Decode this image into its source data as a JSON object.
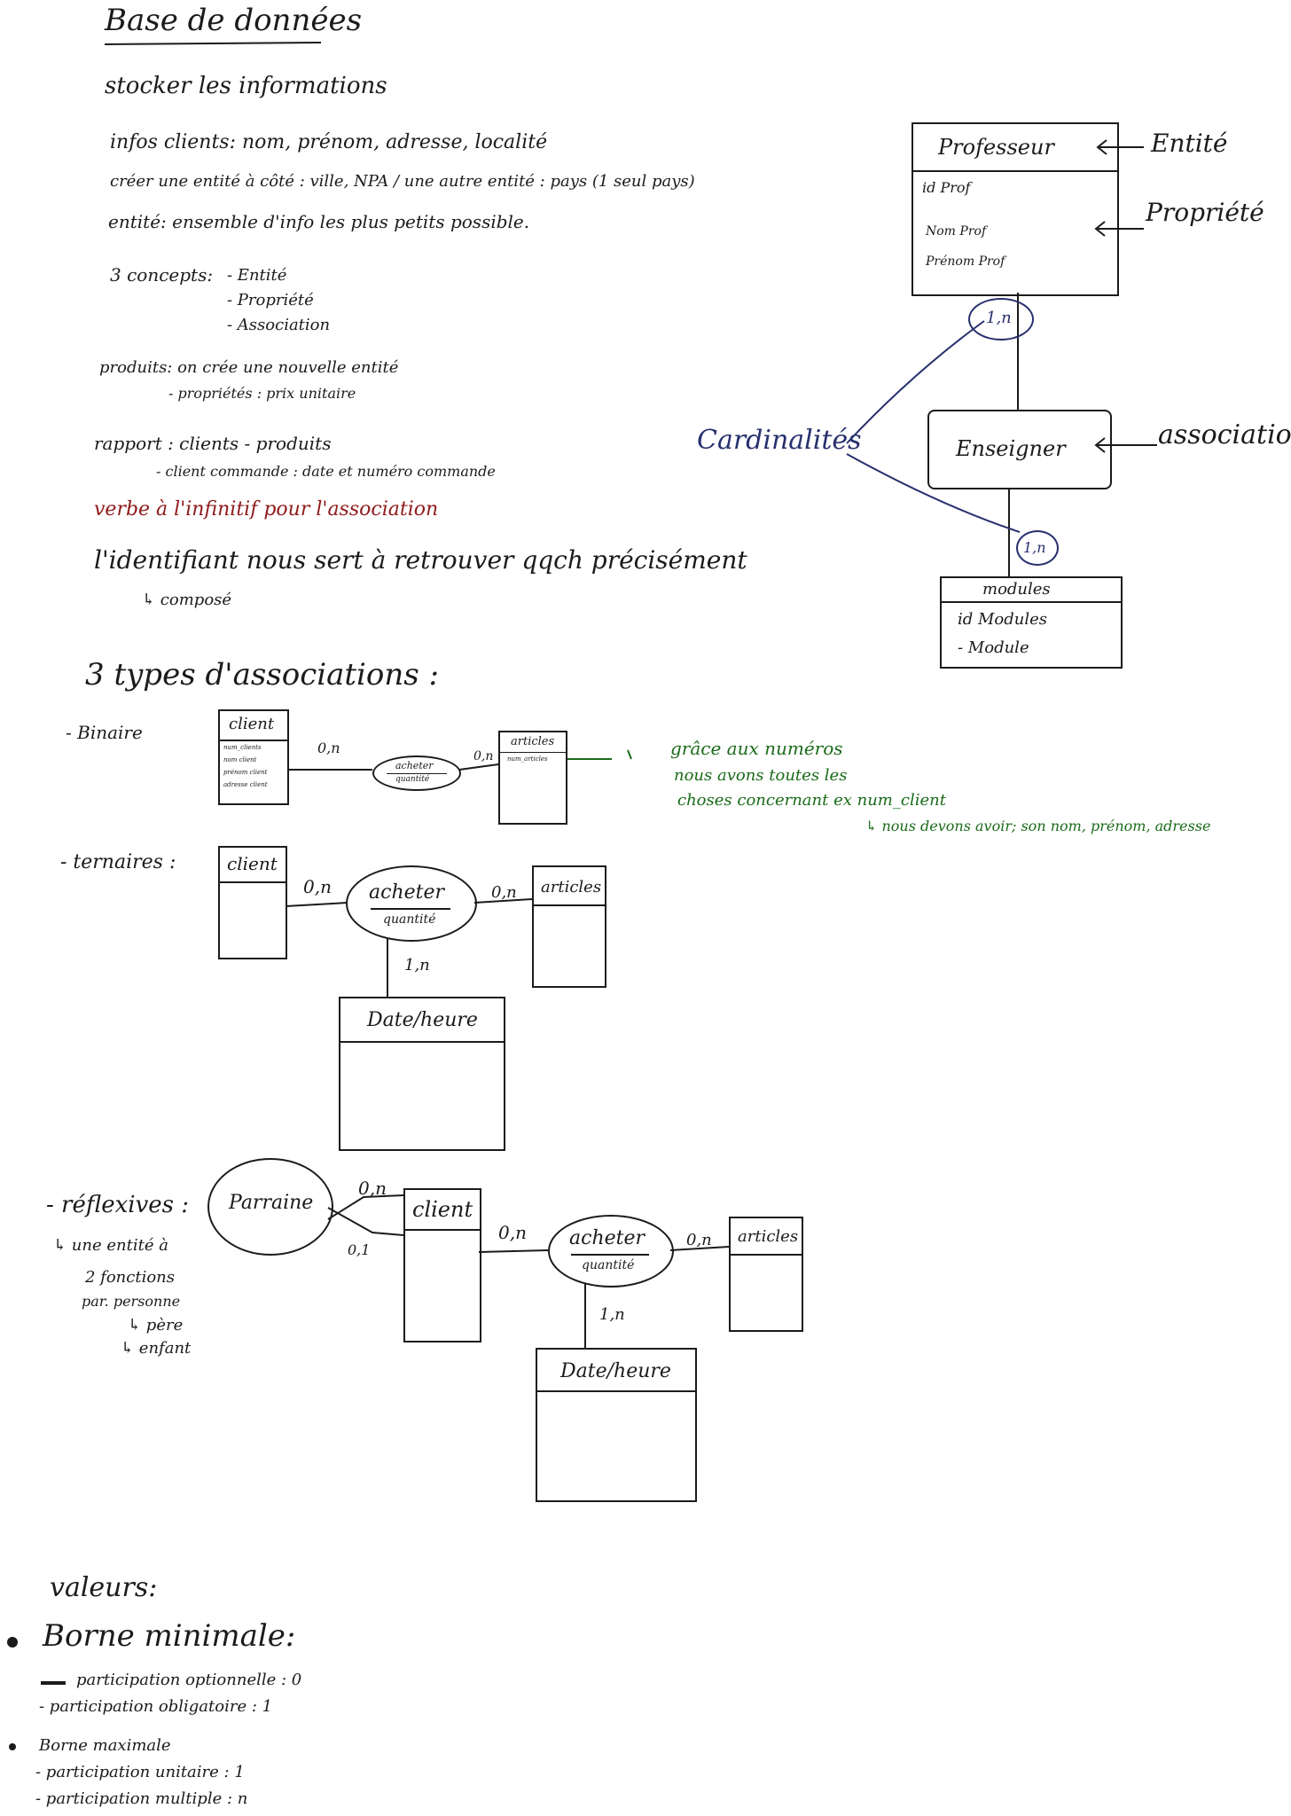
{
  "header": {
    "title": "Base de données",
    "subtitle": "stocker les informations"
  },
  "intro": {
    "line1": "infos clients: nom, prénom, adresse, localité",
    "line2": "créer une entité à côté : ville, NPA   /  une autre entité : pays  (1 seul pays)",
    "line3": "entité: ensemble d'info les plus petits possible."
  },
  "concepts": {
    "label": "3 concepts:",
    "items": [
      "- Entité",
      "- Propriété",
      "- Association"
    ]
  },
  "produits": {
    "line1": "produits:   on crée une nouvelle entité",
    "line2": "- propriétés :  prix unitaire"
  },
  "rapport": {
    "line1": "rapport :  clients  -  produits",
    "line2": "- client commande : date et numéro commande"
  },
  "verbe": "verbe à l'infinitif pour l'association",
  "identifiant": {
    "line1": "l'identifiant nous sert à retrouver qqch précisément",
    "line2": "↳ composé"
  },
  "mcd": {
    "professeur": {
      "title": "Professeur",
      "fields": [
        "id Prof",
        "Nom Prof",
        "Prénom Prof"
      ]
    },
    "entite_label": "Entité",
    "propriete_label": "Propriété",
    "card_top": "1,n",
    "cardinalites_label": "Cardinalités",
    "enseigner": "Enseigner",
    "association_label": "association",
    "card_bottom": "1,n",
    "modules": {
      "title": "modules",
      "fields": [
        "id Modules",
        "- Module"
      ]
    }
  },
  "types": {
    "title": "3 types d'associations :"
  },
  "binaire": {
    "label": "- Binaire",
    "client_title": "client",
    "client_fields": [
      "num_clients",
      "nom client",
      "prénom client",
      "adresse client"
    ],
    "card_left": "0,n",
    "assoc": "acheter",
    "assoc_prop": "quantité",
    "card_right": "0,n",
    "articles_title": "articles",
    "articles_field": "num_articles",
    "note_line1": "grâce aux numéros",
    "note_line2": "nous avons toutes les",
    "note_line3": "choses concernant  ex  num_client",
    "note_line4": "↳ nous devons avoir; son nom, prénom, adresse"
  },
  "ternaires": {
    "label": "- ternaires :",
    "client_title": "client",
    "card_left": "0,n",
    "assoc": "acheter",
    "assoc_prop": "quantité",
    "card_right": "0,n",
    "articles_title": "articles",
    "card_bottom": "1,n",
    "date_title": "Date/heure"
  },
  "reflexives": {
    "label": "- réflexives :",
    "line1": "↳ une entité à",
    "line2": "2 fonctions",
    "line3": "par. personne",
    "line4": "↳ père",
    "line5": "↳ enfant",
    "parraine": "Parraine",
    "card_parr_top": "0,n",
    "card_parr_bottom": "0,1",
    "client_title": "client",
    "card_left": "0,n",
    "assoc": "acheter",
    "assoc_prop": "quantité",
    "card_right": "0,n",
    "articles_title": "articles",
    "card_bottom": "1,n",
    "date_title": "Date/heure"
  },
  "valeurs": {
    "title": "valeurs:",
    "min_title": "Borne minimale:",
    "min_items": [
      "participation optionnelle  :  0",
      "- participation obligatoire  :  1"
    ],
    "max_title": "Borne maximale",
    "max_items": [
      "- participation unitaire :  1",
      "- participation multiple :  n"
    ]
  }
}
